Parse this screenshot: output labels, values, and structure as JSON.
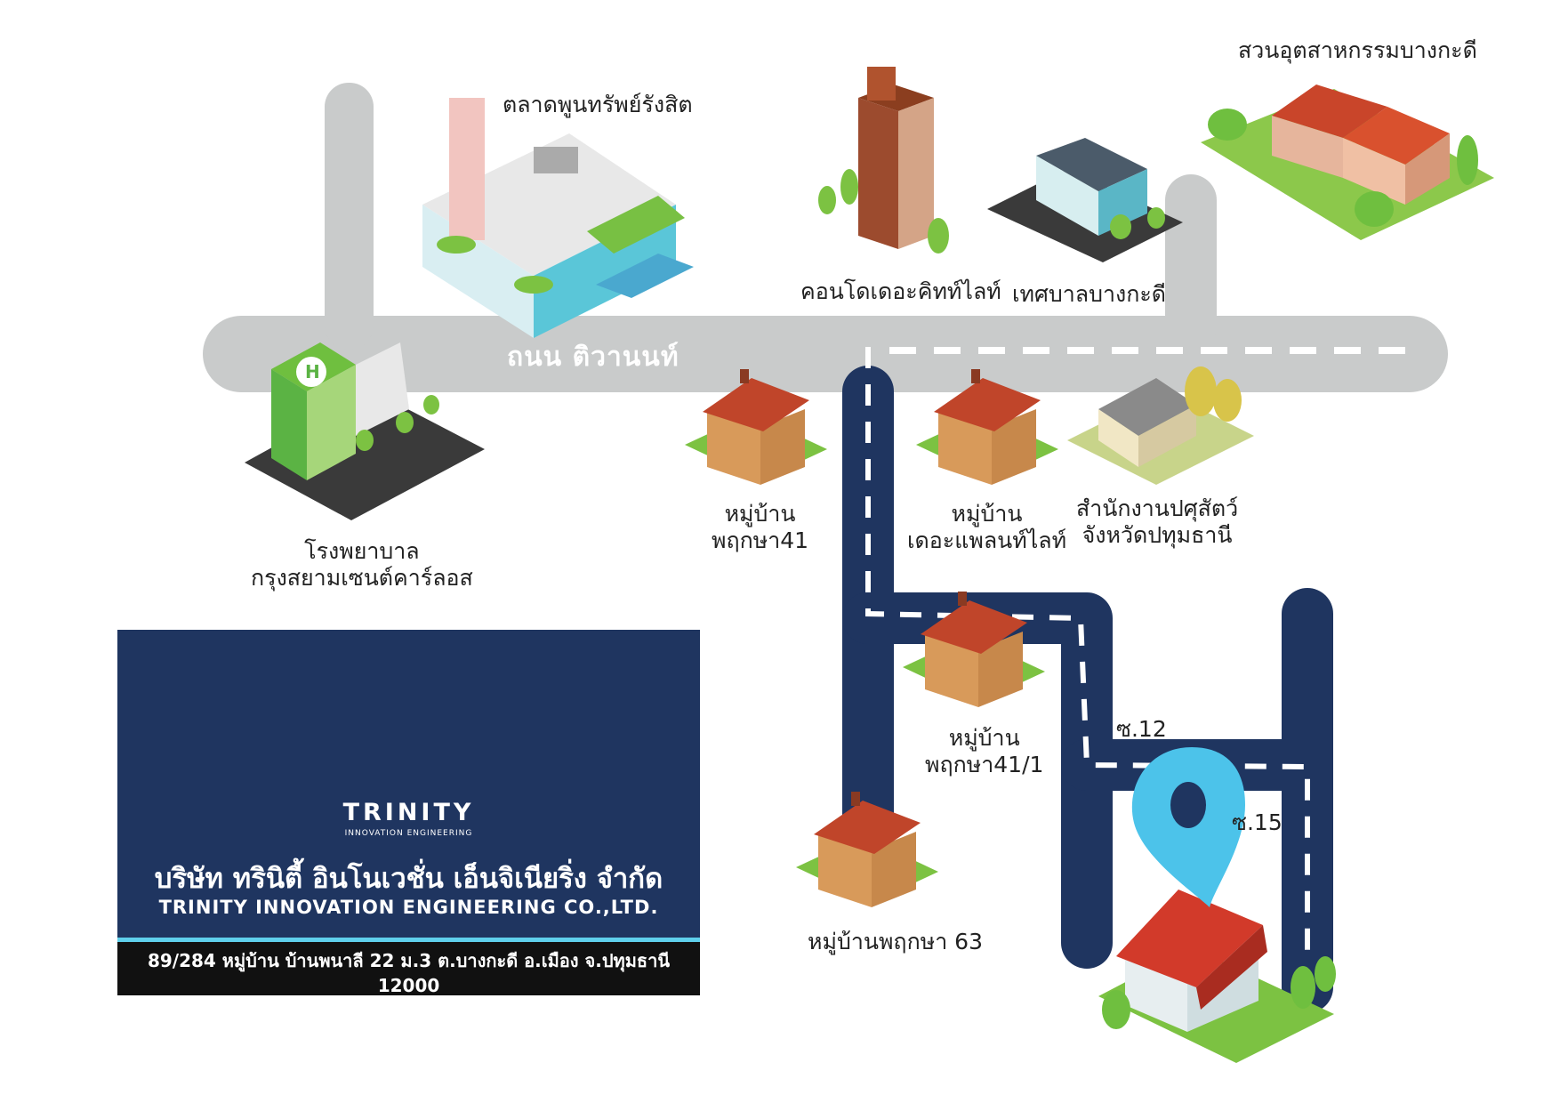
{
  "road": {
    "name": "ถนน ติวานนท์"
  },
  "places": {
    "market": "ตลาดพูนทรัพย์รังสิต",
    "condo": "คอนโดเดอะคิทท์ไลท์",
    "municipality": "เทศบาลบางกะดี",
    "industrial_park": "สวนอุตสาหกรรมบางกะดี",
    "hospital": [
      "โรงพยาบาล",
      "กรุงสยามเซนต์คาร์ลอส"
    ],
    "village_41": [
      "หมู่บ้าน",
      "พฤกษา41"
    ],
    "village_plant": [
      "หมู่บ้าน",
      "เดอะแพลนท์ไลท์"
    ],
    "livestock_office": [
      "สำนักงานปศุสัตว์",
      "จังหวัดปทุมธานี"
    ],
    "village_41_1": [
      "หมู่บ้าน",
      "พฤกษา41/1"
    ],
    "village_63": "หมู่บ้านพฤกษา 63",
    "soi_12": "ซ.12",
    "soi_15": "ซ.15"
  },
  "company": {
    "logo_brand": "TRINITY",
    "logo_tagline": "INNOVATION ENGINEERING",
    "name_th": "บริษัท ทรินิตี้ อินโนเวชั่น เอ็นจิเนียริ่ง จำกัด",
    "name_en": "TRINITY INNOVATION ENGINEERING CO.,LTD.",
    "address": "89/284 หมู่บ้าน บ้านพนาลี 22 ม.3 ต.บางกะดี อ.เมือง จ.ปทุมธานี 12000"
  },
  "colors": {
    "main_road": "#c9cbcb",
    "side_road": "#1f3560",
    "card_bg": "#1f3560",
    "accent": "#5fd0ec",
    "pin": "#4cc3ea",
    "roof": "#c0452a",
    "wall": "#d89a5a",
    "glass": "#4ab6c4",
    "grass": "#7cc242"
  }
}
